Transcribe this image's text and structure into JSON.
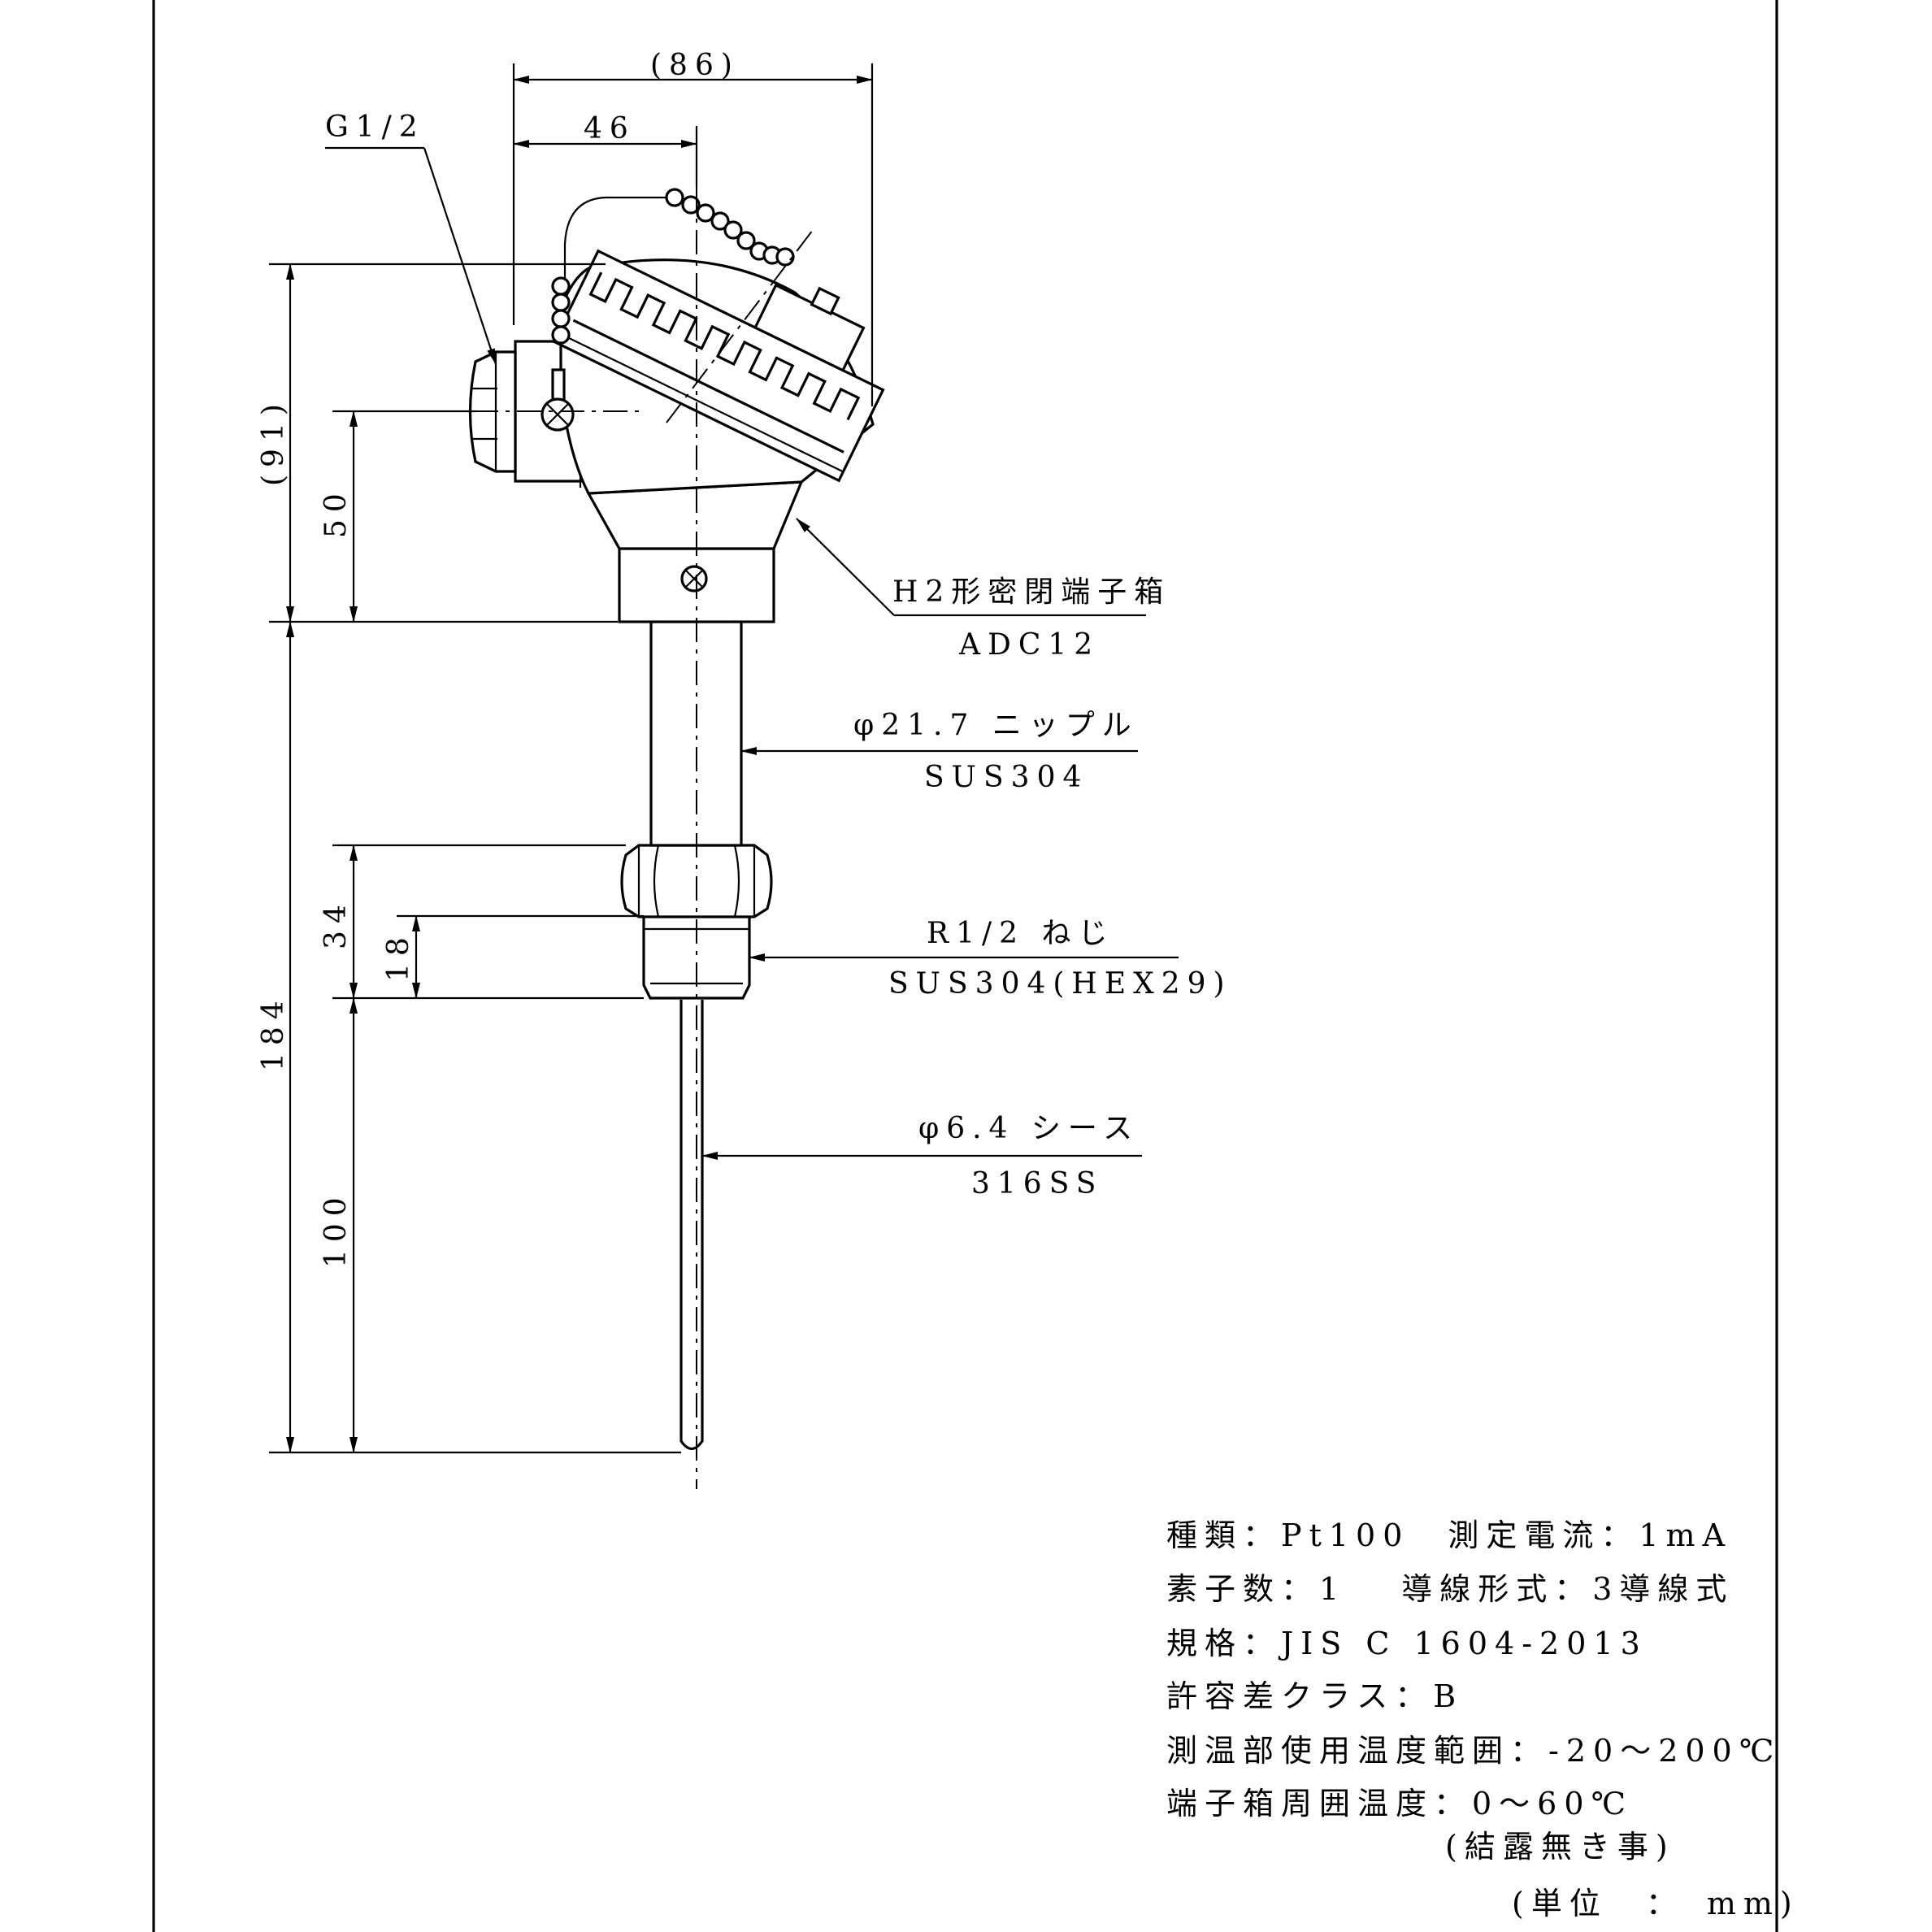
{
  "dimensions": {
    "overall_width": "(86)",
    "head_offset": "46",
    "cable_gland_thread": "G1/2",
    "head_height": "(91)",
    "head_center_height": "50",
    "total_length": "184",
    "hex_length": "34",
    "thread_length": "18",
    "insertion_length": "100"
  },
  "callouts": {
    "terminal_box_name": "H2形密閉端子箱",
    "terminal_box_material": "ADC12",
    "nipple_name": "φ21.7 ニップル",
    "nipple_material": "SUS304",
    "thread_name": "R1/2 ねじ",
    "thread_material": "SUS304(HEX29)",
    "sheath_name": "φ6.4 シース",
    "sheath_material": "316SS"
  },
  "specs": {
    "line1": "種類：Pt100　測定電流：1mA",
    "line2": "素子数：1　 導線形式：3導線式",
    "line3": "規格：JIS C 1604-2013",
    "line4": "許容差クラス：B",
    "line5": "測温部使用温度範囲：-20～200℃",
    "line6": "端子箱周囲温度：0～60℃",
    "line7": "(結露無き事)",
    "units": "(単位　：　mm)"
  }
}
